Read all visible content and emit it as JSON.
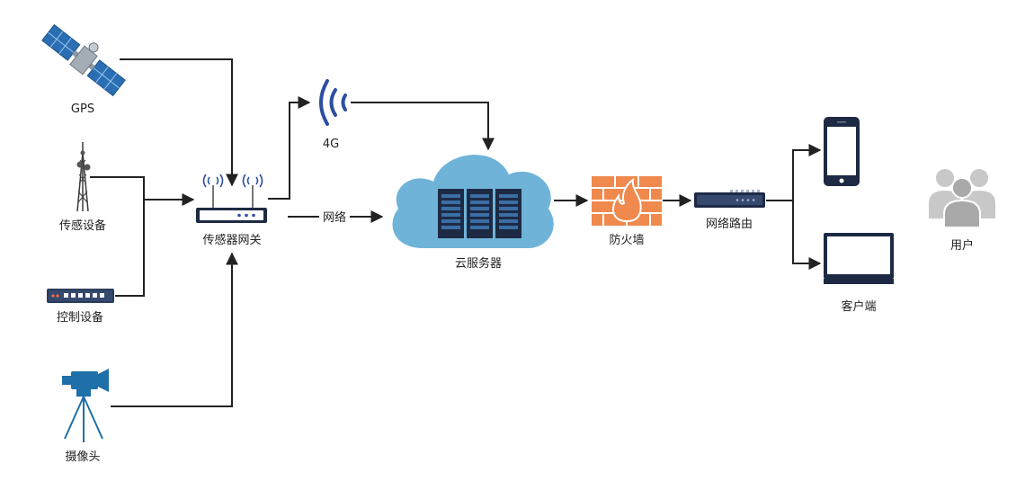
{
  "nodes": {
    "gps": "GPS",
    "sensor": "传感设备",
    "control": "控制设备",
    "camera": "摄像头",
    "gateway": "传感器网关",
    "signal": "4G",
    "cloud": "云服务器",
    "firewall": "防火墙",
    "router": "网络路由",
    "client": "客户端",
    "users": "用户"
  },
  "edges": {
    "gateway_to_cloud": "网络"
  },
  "colors": {
    "line": "#222222",
    "icon_blue": "#1f6fa8",
    "signal_blue": "#2d4fa0",
    "cloud": "#6fb3d8",
    "firewall": "#f0894d",
    "device_dark": "#1e2a44",
    "user_gray": "#c8c8c8"
  }
}
